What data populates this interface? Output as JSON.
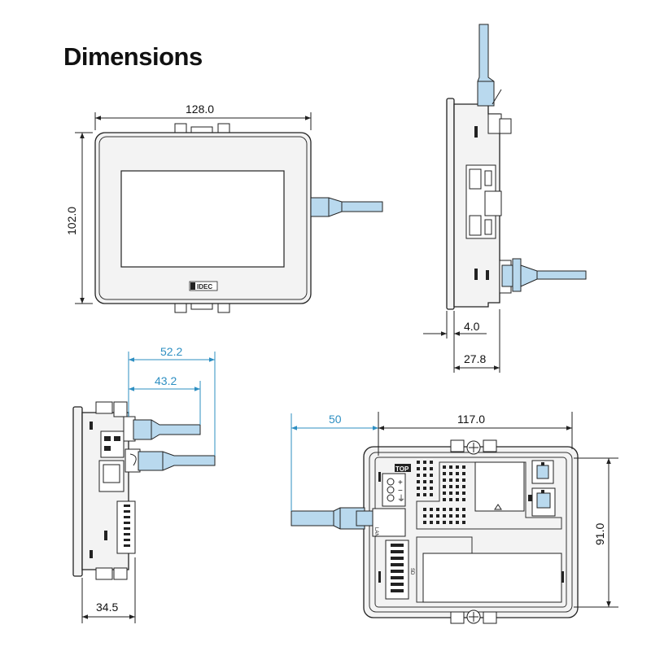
{
  "title": "Dimensions",
  "dimensions": {
    "front_width": "128.0",
    "front_height": "102.0",
    "side_depth_front": "4.0",
    "side_depth_total": "27.8",
    "bottom_cable_a": "52.2",
    "bottom_cable_b": "43.2",
    "bottom_depth": "34.5",
    "rear_cable": "50",
    "rear_width": "117.0",
    "rear_height": "91.0"
  },
  "labels": {
    "logo": "IDEC",
    "top_marker": "TOP",
    "plus": "+",
    "minus": "−",
    "ground": "⏚",
    "lan": "LAN",
    "sd": "SD"
  },
  "colors": {
    "dimension_line": "#222222",
    "cable_dimension_line": "#2e8fc2",
    "cable_fill": "#b9d9ee"
  }
}
